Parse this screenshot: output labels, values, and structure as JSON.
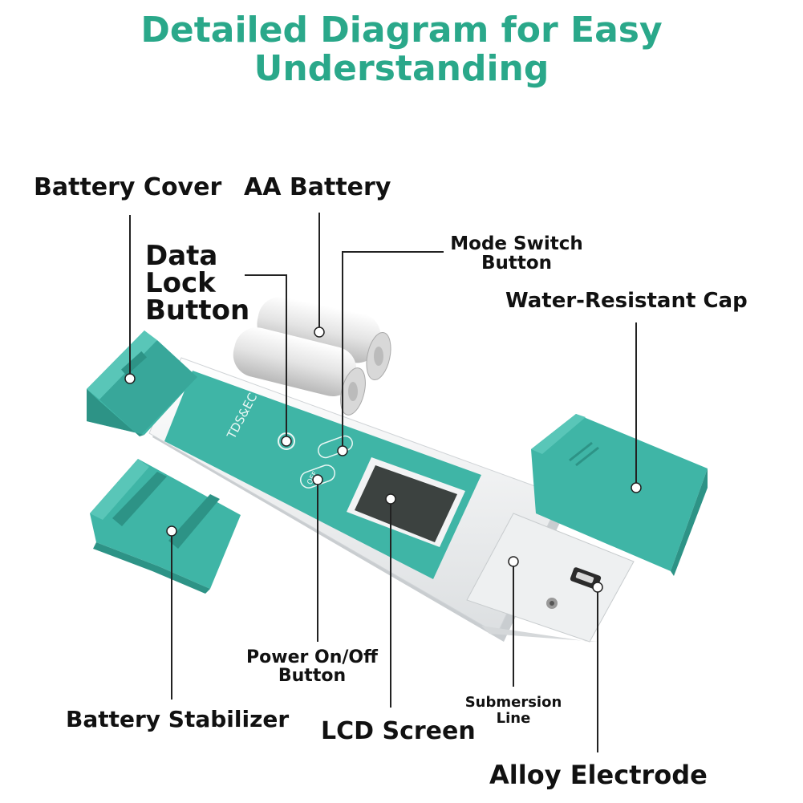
{
  "title": {
    "line1": "Detailed Diagram for Easy",
    "line2": "Understanding"
  },
  "device": {
    "body_text": "TDS&EC",
    "power_text": "OFF"
  },
  "labels": {
    "battery_cover": "Battery Cover",
    "aa_battery": "AA Battery",
    "data_lock_1": "Data",
    "data_lock_2": "Lock",
    "data_lock_3": "Button",
    "mode_switch_1": "Mode Switch",
    "mode_switch_2": "Button",
    "water_cap": "Water-Resistant Cap",
    "power_1": "Power On/Off",
    "power_2": "Button",
    "battery_stabilizer": "Battery Stabilizer",
    "lcd_screen": "LCD Screen",
    "submersion_1": "Submersion",
    "submersion_2": "Line",
    "alloy_electrode": "Alloy Electrode"
  },
  "colors": {
    "title": "#2aa88a",
    "teal_part": "#3fb5a6",
    "teal_dark": "#2d9386",
    "device_white": "#f2f3f4",
    "lcd": "#3c4240"
  }
}
